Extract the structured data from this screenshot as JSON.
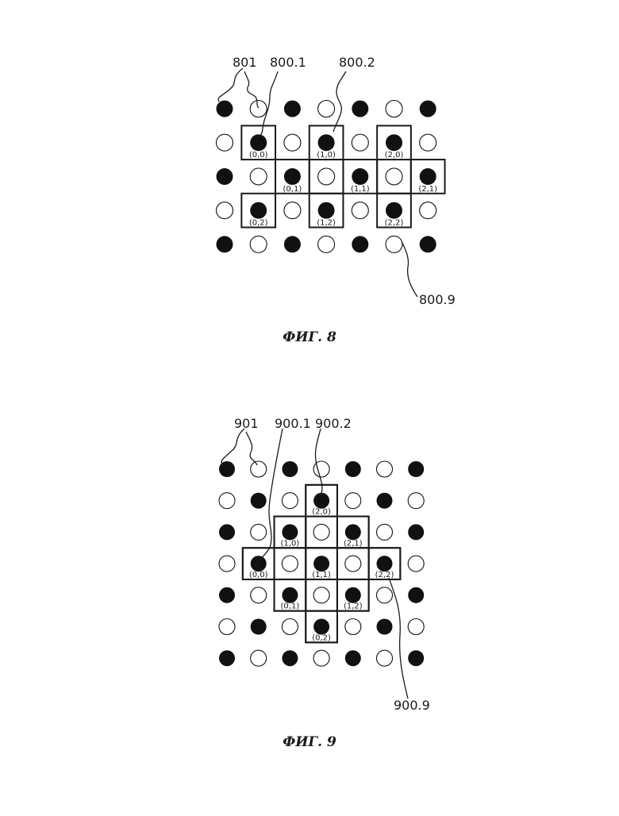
{
  "figures": [
    {
      "id": "fig8",
      "caption": "ФИГ. 8",
      "pattern": [
        "FOFOFOF",
        "OFOFOFO",
        "FOFOFOF",
        "OFOFOFO",
        "FOFOFOF"
      ],
      "cells": [
        {
          "label": "(0,0)"
        },
        {
          "label": "(1,0)"
        },
        {
          "label": "(2,0)"
        },
        {
          "label": "(0,1)"
        },
        {
          "label": "(1,1)"
        },
        {
          "label": "(2,1)"
        },
        {
          "label": "(0,2)"
        },
        {
          "label": "(1,2)"
        },
        {
          "label": "(2,2)"
        }
      ],
      "refs": {
        "group": "801",
        "first": "800.1",
        "second": "800.2",
        "last": "800.9"
      }
    },
    {
      "id": "fig9",
      "caption": "ФИГ. 9",
      "pattern": [
        "FOFOFOF",
        "OFOFOFO",
        "FOFOFOF",
        "OFOFOFO",
        "FOFOFOF",
        "OFOFOFO",
        "FOFOFOF"
      ],
      "cells": [
        {
          "label": "(2,0)"
        },
        {
          "label": "(1,0)"
        },
        {
          "label": "(2,1)"
        },
        {
          "label": "(0,0)"
        },
        {
          "label": "(1,1)"
        },
        {
          "label": "(2,2)"
        },
        {
          "label": "(0,1)"
        },
        {
          "label": "(1,2)"
        },
        {
          "label": "(0,2)"
        }
      ],
      "refs": {
        "group": "901",
        "first": "900.1",
        "second": "900.2",
        "last": "900.9"
      }
    }
  ]
}
